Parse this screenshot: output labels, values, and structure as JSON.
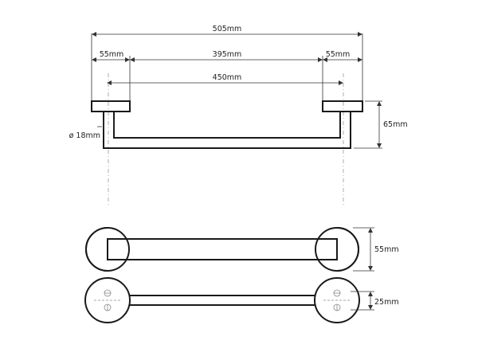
{
  "dimensions": {
    "total_width": "505mm",
    "flange_left": "55mm",
    "bar_span": "395mm",
    "flange_right": "55mm",
    "center_distance": "450mm",
    "depth": "65mm",
    "tube_diameter": "ø 18mm",
    "front_height": "55mm",
    "base_height": "25mm"
  },
  "colors": {
    "line": "#1a1a1a",
    "dimension": "#333333",
    "centerline": "#999999",
    "background": "#ffffff"
  }
}
